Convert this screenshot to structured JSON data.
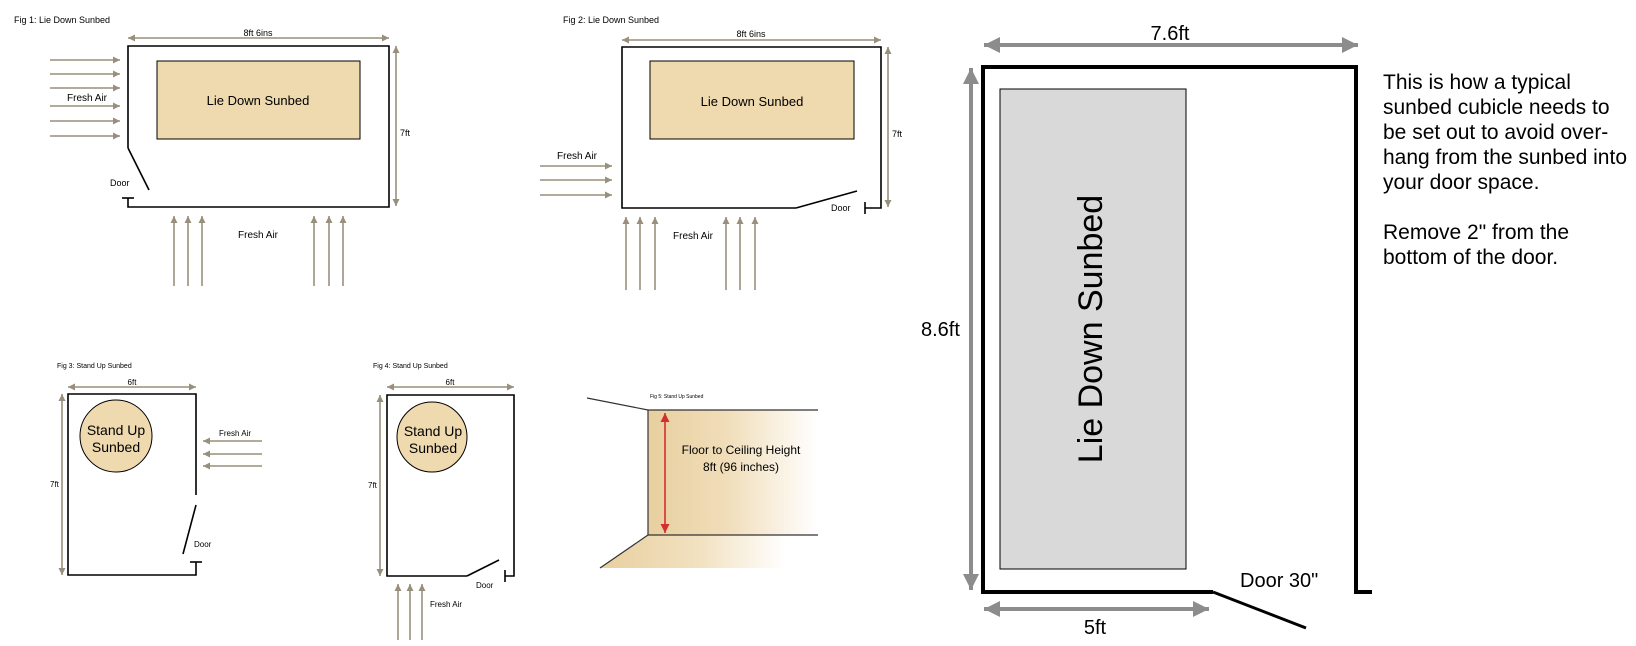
{
  "colors": {
    "bed": "#EFD9AE",
    "arrow": "#998F7C",
    "bigbed": "#D9D9D9",
    "dimension": "#8C8C8C",
    "height": "#D32F2F"
  },
  "fig1": {
    "title": "Fig 1: Lie Down Sunbed",
    "width": "8ft 6ins",
    "depth": "7ft",
    "bed": "Lie Down Sunbed",
    "air_side": "Fresh Air",
    "air_bottom": "Fresh Air",
    "door": "Door"
  },
  "fig2": {
    "title": "Fig 2: Lie Down Sunbed",
    "width": "8ft 6ins",
    "depth": "7ft",
    "bed": "Lie Down Sunbed",
    "air_side": "Fresh Air",
    "air_bottom": "Fresh Air",
    "door": "Door"
  },
  "fig3": {
    "title": "Fig 3: Stand Up Sunbed",
    "width": "6ft",
    "depth": "7ft",
    "bed_line1": "Stand Up",
    "bed_line2": "Sunbed",
    "air": "Fresh Air",
    "door": "Door"
  },
  "fig4": {
    "title": "Fig 4: Stand Up Sunbed",
    "width": "6ft",
    "depth": "7ft",
    "bed_line1": "Stand Up",
    "bed_line2": "Sunbed",
    "air": "Fresh Air",
    "door": "Door"
  },
  "fig5": {
    "title": "Fig 5: Stand Up Sunbed",
    "line1": "Floor to Ceiling Height",
    "line2": "8ft (96 inches)"
  },
  "plan": {
    "width": "7.6ft",
    "depth": "8.6ft",
    "bed": "Lie Down Sunbed",
    "door": "Door 30\"",
    "bottom": "5ft"
  },
  "note": {
    "paragraph1": "This is how a typical sunbed cubicle needs to be set out to avoid over-hang from the sunbed into your door space.",
    "paragraph2": "Remove 2\" from the bottom of the door."
  }
}
